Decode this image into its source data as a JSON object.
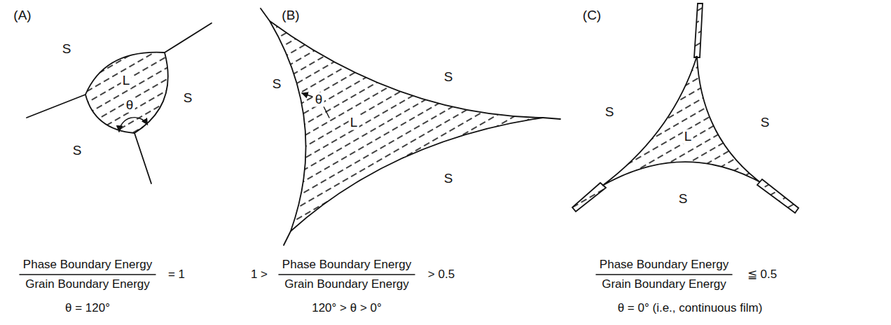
{
  "diagram": {
    "labels": [
      "(A)",
      "S",
      "L",
      "θ",
      "S",
      "S",
      "(B)",
      "S",
      "L",
      "θ",
      "S",
      "S",
      "(C)",
      "S",
      "L",
      "S",
      "S",
      "Phase Boundary Energy",
      "Grain Boundary Energy",
      "= 1",
      "θ = 120°",
      "1 >",
      "Phase Boundary Energy",
      "Grain Boundary Energy",
      "> 0.5",
      "120° > θ > 0°",
      "Phase Boundary Energy",
      "Grain Boundary Energy",
      "≦ 0.5",
      "θ = 0° (i.e., continuous film)"
    ]
  }
}
